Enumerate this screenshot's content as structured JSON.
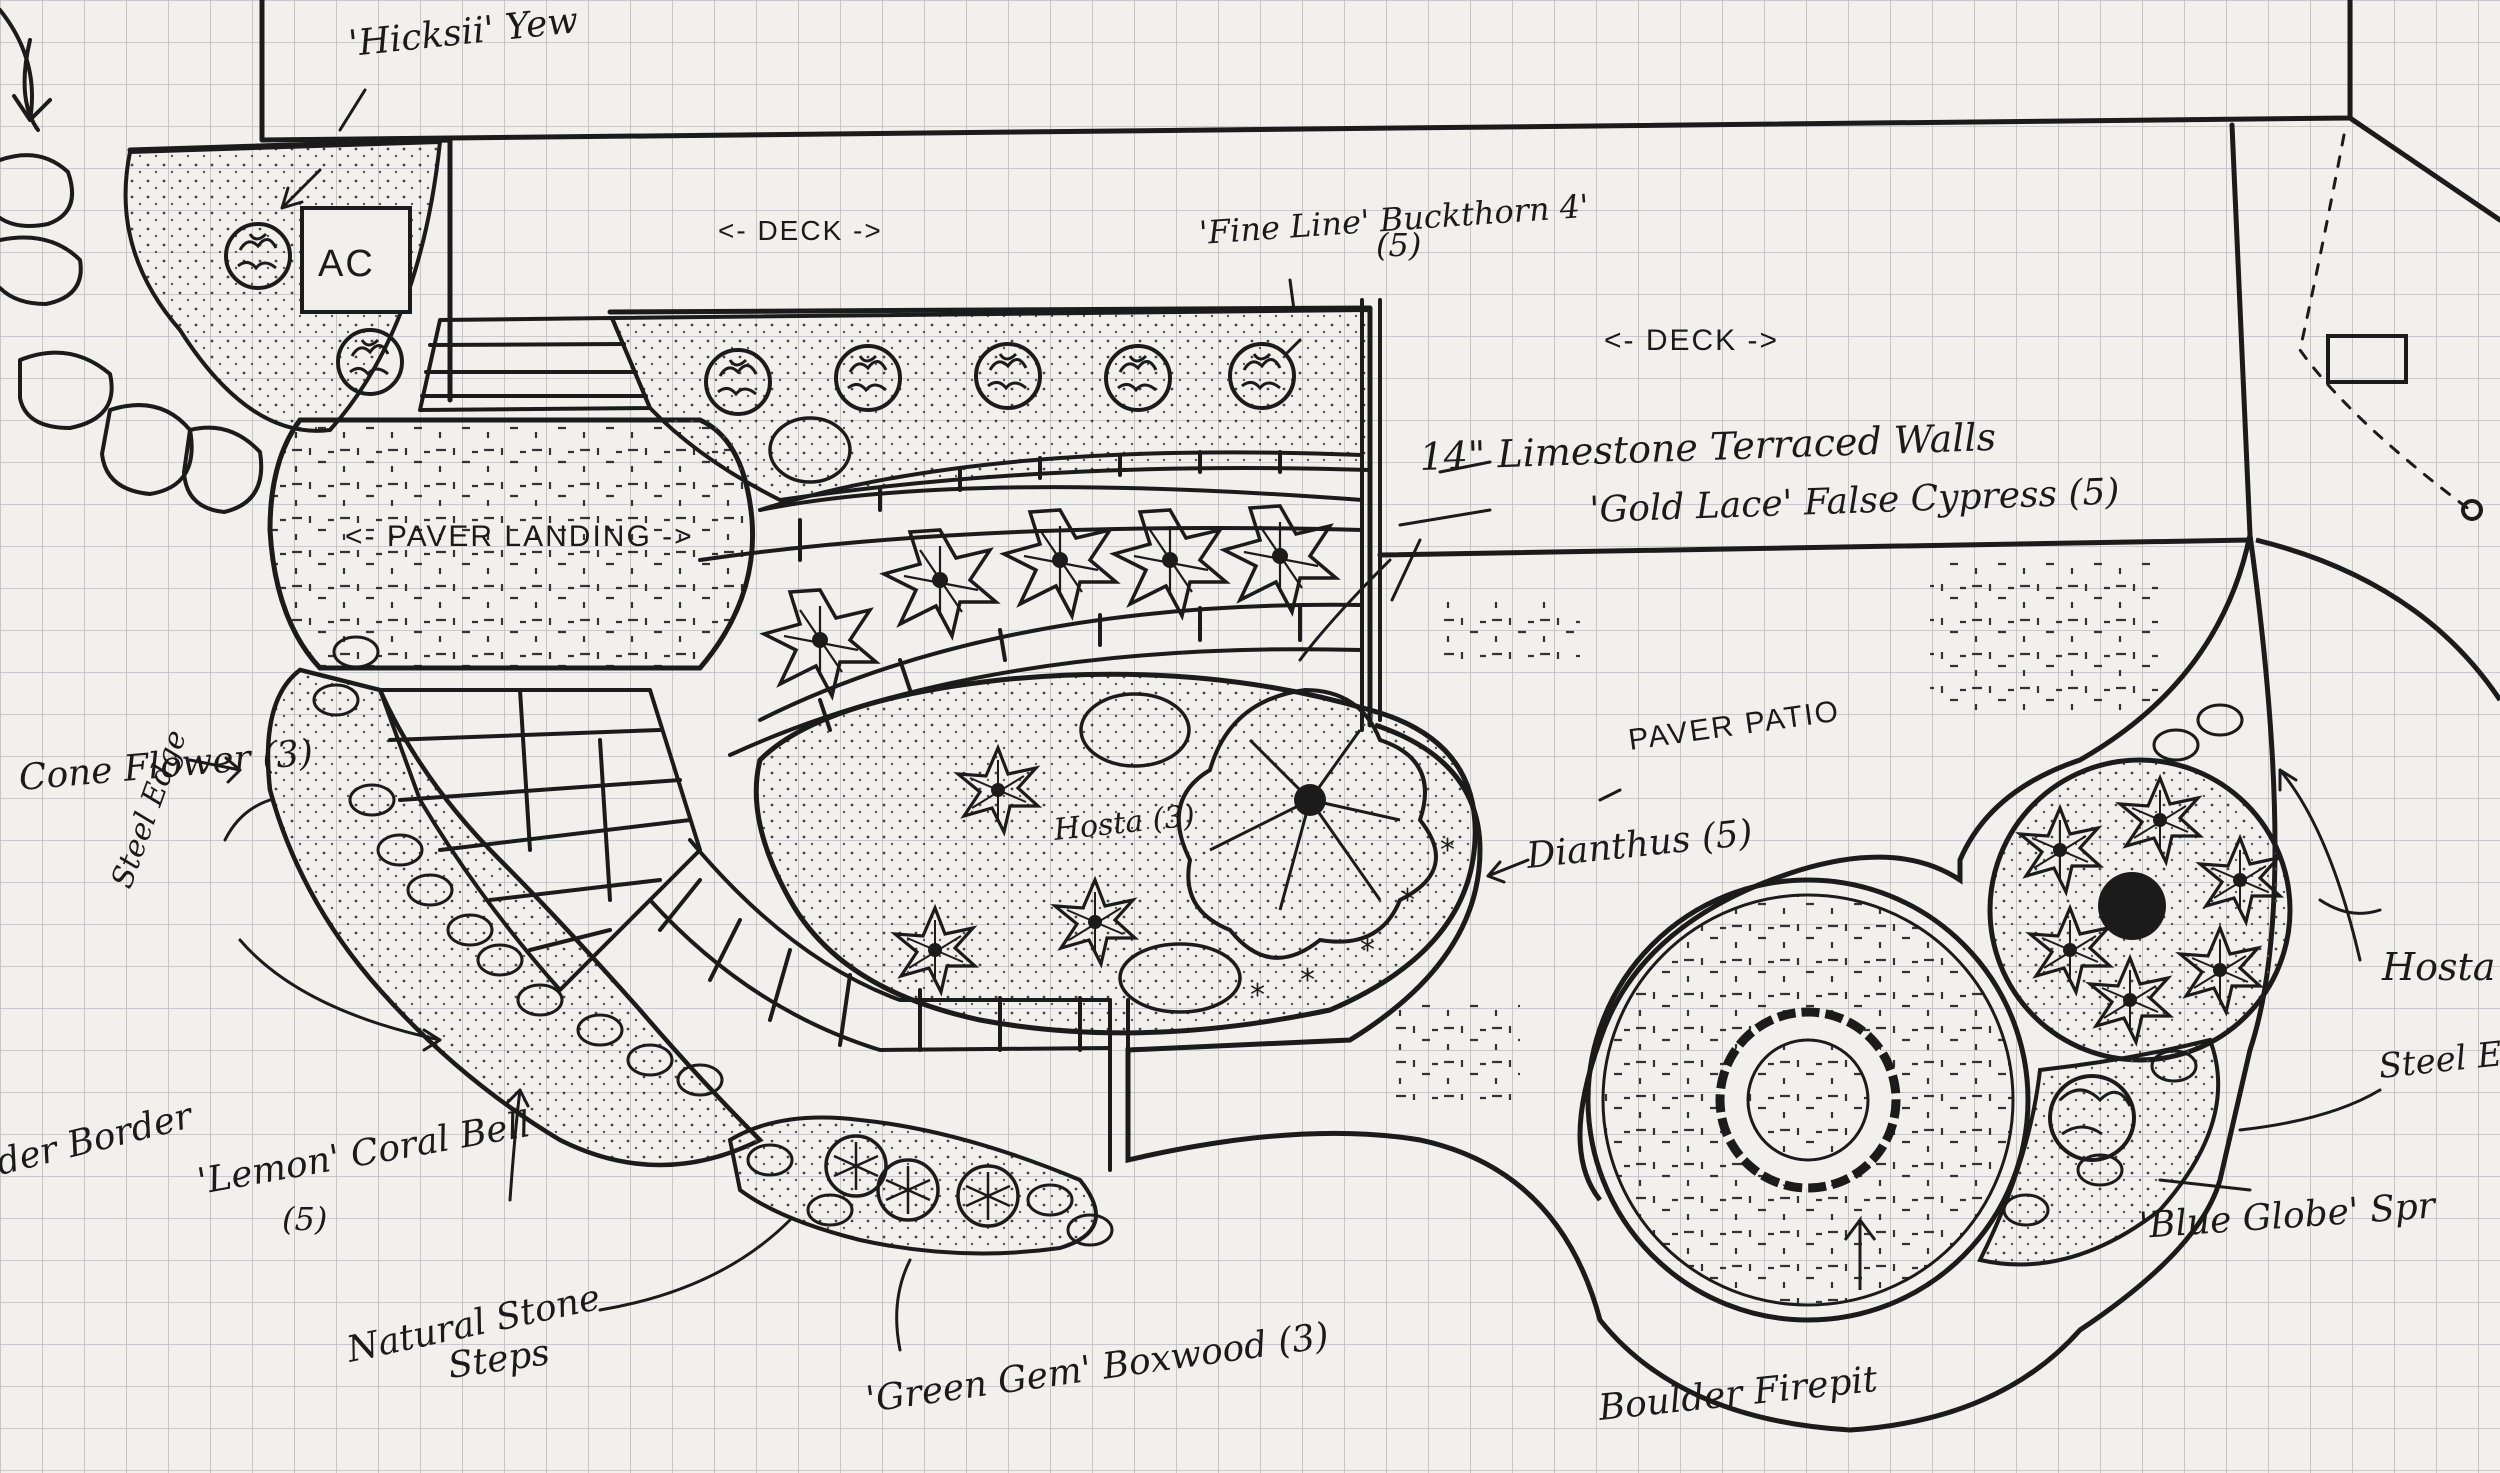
{
  "labels": {
    "hicks_yew": "'Hicksii' Yew",
    "ac": "AC",
    "deck_left": "<- DECK ->",
    "deck_right": "<- DECK ->",
    "fine_line": "'Fine Line' Buckthorn 4'",
    "fine_line_qty": "(5)",
    "limestone": "14\" Limestone Terraced Walls",
    "gold_lace": "'Gold Lace' False Cypress (5)",
    "paver_landing": "<- PAVER LANDING ->",
    "paver_patio": "PAVER PATIO",
    "cone_flower": "Cone Flower (3)",
    "steel_edge_left": "Steel Edge",
    "hosta_mid": "Hosta (3)",
    "dianthus": "Dianthus (5)",
    "hosta_right": "Hosta (",
    "steel_edge_right": "Steel E",
    "boulder_border": "der Border",
    "lemon_coral": "'Lemon' Coral Bell",
    "lemon_qty": "(5)",
    "natural_stone": "Natural Stone",
    "steps": "Steps",
    "boxwood": "'Green Gem' Boxwood (3)",
    "boulder_firepit": "Boulder Firepit",
    "blue_globe": "'Blue Globe' Spr"
  }
}
